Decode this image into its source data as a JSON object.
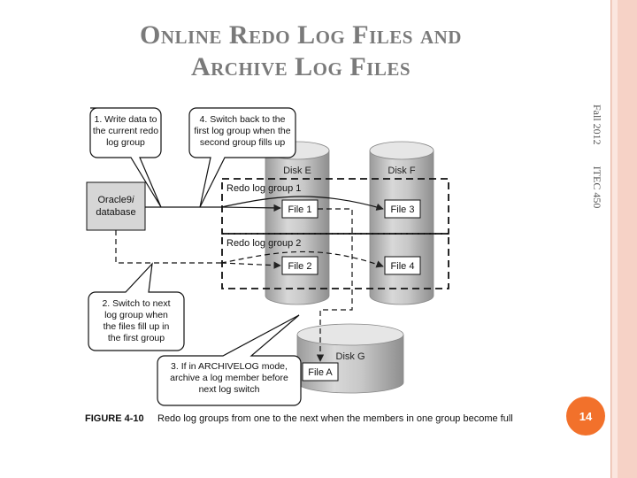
{
  "slide": {
    "title_line1": "Online Redo Log Files and",
    "title_line2": "Archive Log Files",
    "side_note_term": "Fall 2012",
    "side_note_course": "ITEC 450",
    "page_number": "14"
  },
  "diagram": {
    "callout1": [
      "1. Write data to",
      "the current redo",
      "log group"
    ],
    "callout4": [
      "4. Switch back to the",
      "first log group when the",
      "second group fills up"
    ],
    "callout2": [
      "2. Switch to next",
      "log group when",
      "the files fill up in",
      "the first group"
    ],
    "callout3": [
      "3. If in ARCHIVELOG mode,",
      "archive a log member before",
      "next log switch"
    ],
    "database_label_line1": "Oracle9",
    "database_label_italic": "i",
    "database_label_line2": "database",
    "disk_e": "Disk E",
    "disk_f": "Disk F",
    "disk_g": "Disk G",
    "group1": "Redo log group 1",
    "group2": "Redo log group 2",
    "file1": "File 1",
    "file2": "File 2",
    "file3": "File 3",
    "file4": "File 4",
    "fileA": "File A",
    "figure_label": "FIGURE 4-10",
    "figure_caption": "Redo log groups from one to the next when the members in one group become full"
  }
}
